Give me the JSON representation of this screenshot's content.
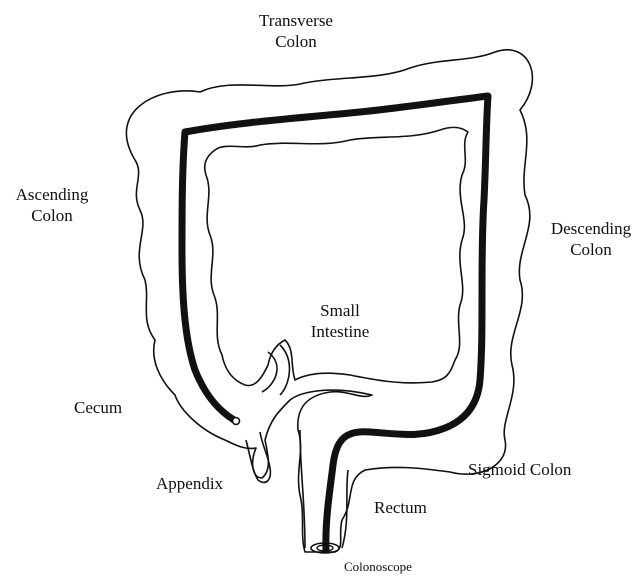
{
  "labels": {
    "transverse_l1": "Transverse",
    "transverse_l2": "Colon",
    "ascending_l1": "Ascending",
    "ascending_l2": "Colon",
    "descending_l1": "Descending",
    "descending_l2": "Colon",
    "small_l1": "Small",
    "small_l2": "Intestine",
    "cecum": "Cecum",
    "appendix": "Appendix",
    "sigmoid": "Sigmoid Colon",
    "rectum": "Rectum",
    "colonoscope": "Colonoscope"
  },
  "colors": {
    "stroke": "#111111",
    "background": "#ffffff"
  }
}
